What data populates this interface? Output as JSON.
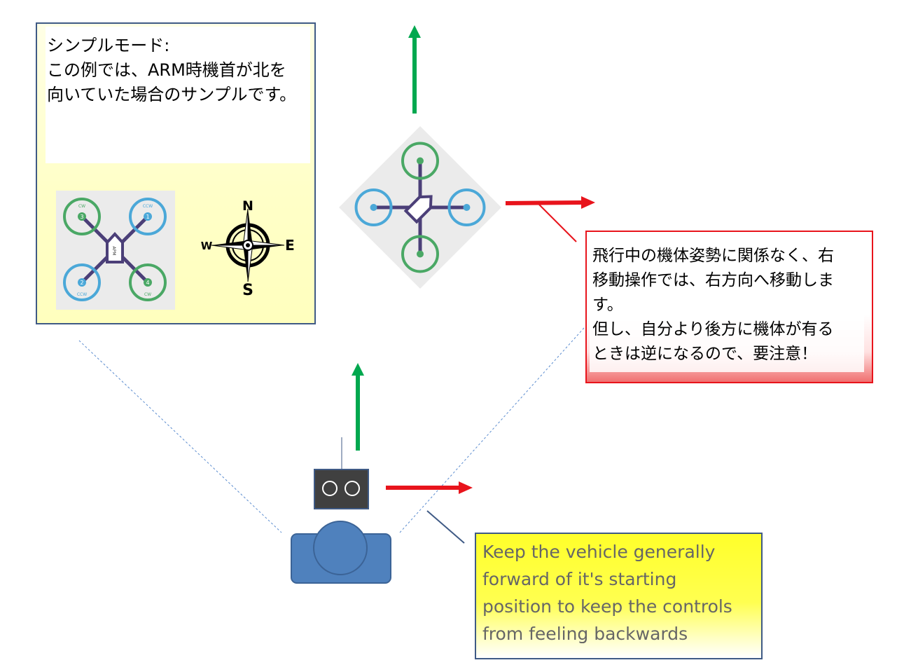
{
  "left_box": {
    "text": "シンプルモード:\nこの例では、ARM時機首が北を\n向いていた場合のサンプルです。"
  },
  "red_box": {
    "text": "飛行中の機体姿勢に関係なく、右\n移動操作では、右方向へ移動しま\nす。\n但し、自分より後方に機体が有る\nときは逆になるので、要注意！"
  },
  "yellow_box": {
    "text": "Keep the vehicle generally\nforward of it's starting\nposition to keep the controls\nfrom feeling backwards"
  },
  "compass": {
    "n": "N",
    "s": "S",
    "e": "E",
    "w": "W"
  },
  "quad": {
    "motors": [
      {
        "num": "3",
        "dir": "CW"
      },
      {
        "num": "1",
        "dir": "CCW"
      },
      {
        "num": "2",
        "dir": "CCW"
      },
      {
        "num": "4",
        "dir": "CW"
      }
    ],
    "board_label": "APM"
  },
  "colors": {
    "green_arrow": "#00a84f",
    "red_arrow": "#e8141c",
    "cw_motor": "#4aa865",
    "ccw_motor": "#4ba8d8",
    "frame": "#4b3f78",
    "camera": "#4f81bd",
    "dotted_line": "#5b8ccf"
  }
}
